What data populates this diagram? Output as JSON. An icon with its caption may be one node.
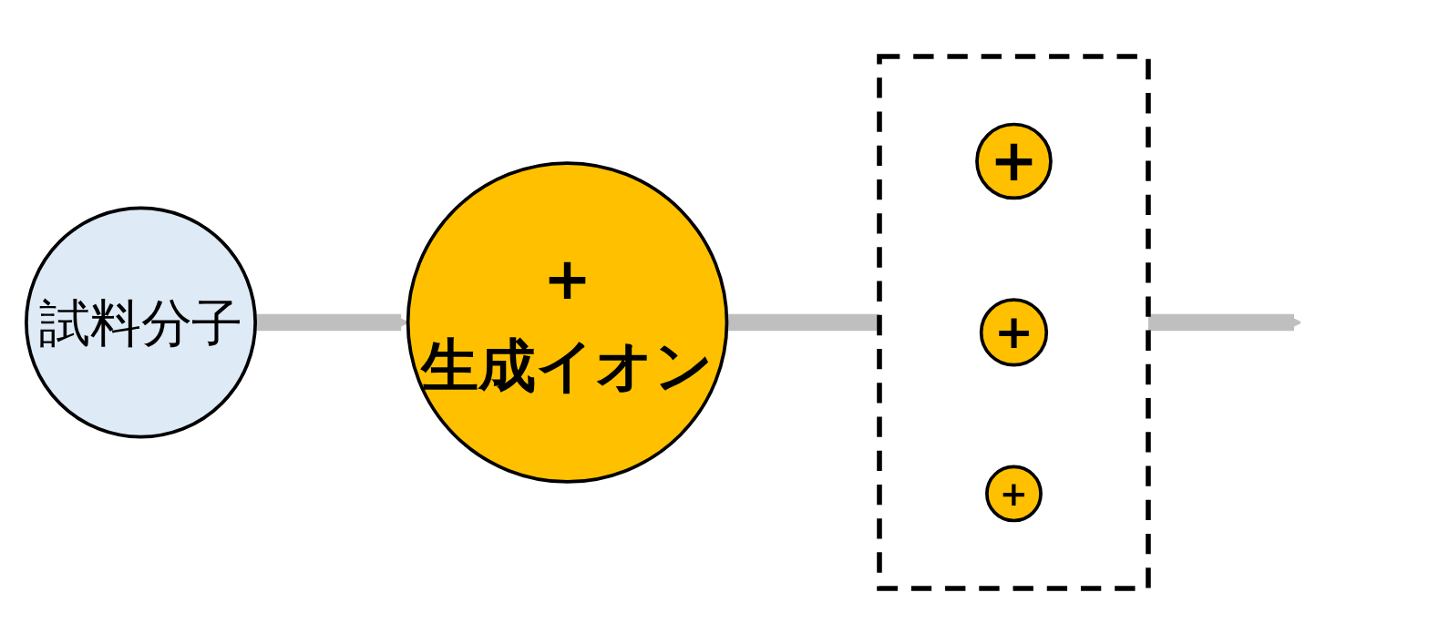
{
  "diagram": {
    "nodes": [
      {
        "text": [
          "試料分子"
        ]
      },
      {
        "text": [
          "+",
          "生成イオン"
        ]
      },
      {
        "text": [],
        "shape": "box"
      },
      {
        "text": [
          "+"
        ],
        "in": 2
      },
      {
        "text": [
          "+"
        ],
        "in": 2
      },
      {
        "text": [
          "+"
        ],
        "in": 2
      }
    ],
    "edges": [
      {
        "from": 0,
        "to": 1,
        "arrow": "to"
      },
      {
        "from": 1,
        "to": 2,
        "arrow": "none"
      },
      {
        "from": 2,
        "to": null,
        "arrow": "to"
      }
    ]
  }
}
